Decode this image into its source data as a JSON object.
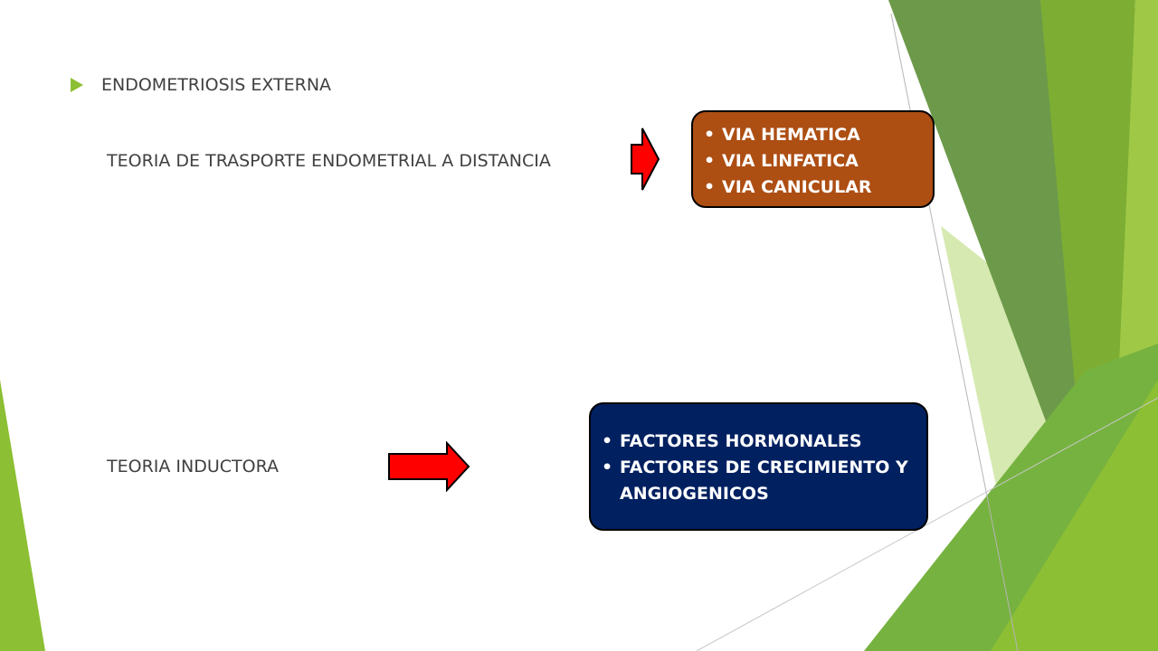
{
  "slide": {
    "heading": "ENDOMETRIOSIS EXTERNA",
    "theory_transport": "TEORIA DE TRASPORTE ENDOMETRIAL A DISTANCIA",
    "theory_inductive": "TEORIA INDUCTORA",
    "transport_box": {
      "items": [
        "VIA HEMATICA",
        "VIA LINFATICA",
        "VIA CANICULAR"
      ]
    },
    "inductive_box": {
      "items": [
        "FACTORES HORMONALES",
        "FACTORES DE CRECIMIENTO Y ANGIOGENICOS"
      ]
    },
    "bullet_glyph": "•"
  },
  "colors": {
    "accent_green": "#8cbf33",
    "arrow_red": "#ff0000",
    "box_brown": "#ad4e13",
    "box_navy": "#002060"
  }
}
